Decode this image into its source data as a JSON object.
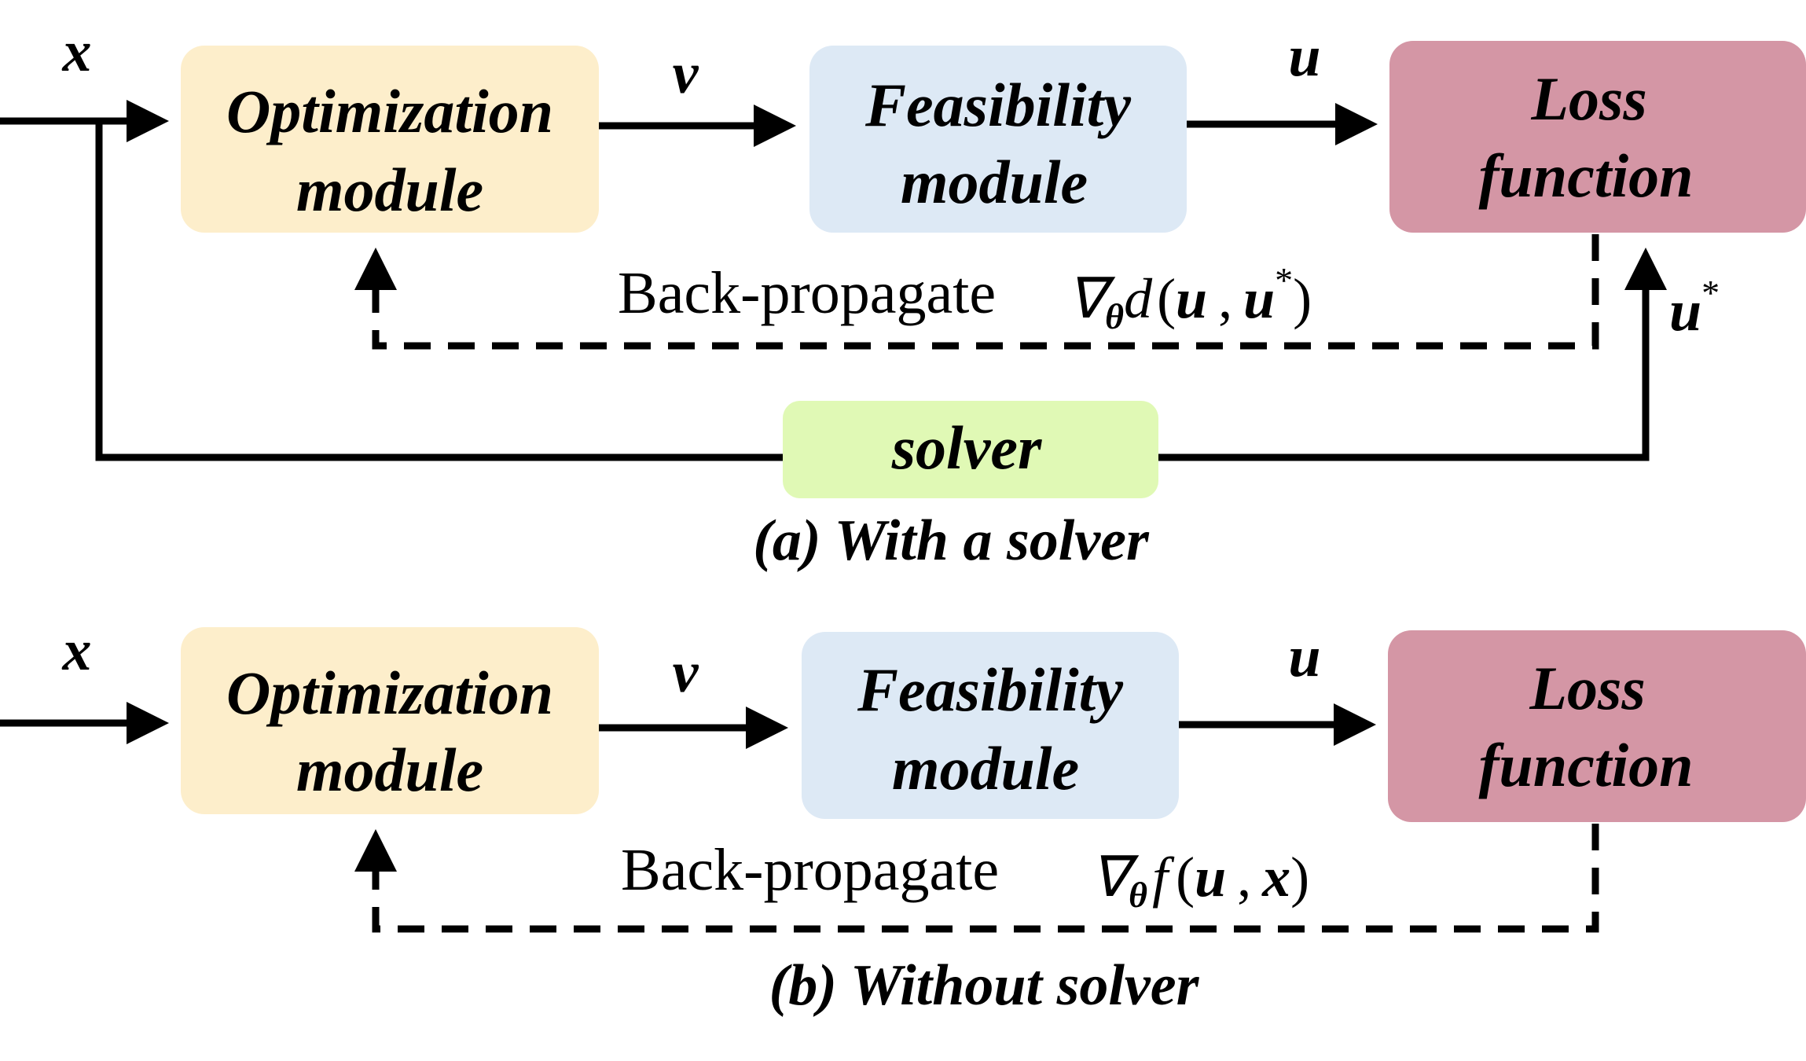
{
  "colors": {
    "optimization": "#fdeecb",
    "feasibility": "#dde9f5",
    "loss": "#d496a5",
    "solver": "#e0f9b5"
  },
  "panel_a": {
    "input_var": "x",
    "optimization": {
      "line1": "Optimization",
      "line2": "module"
    },
    "v_var": "v",
    "feasibility": {
      "line1": "Feasibility",
      "line2": "module"
    },
    "u_var": "u",
    "loss": {
      "line1": "Loss",
      "line2": "function"
    },
    "backprop_label": "Back-propagate",
    "gradient": {
      "nabla": "∇",
      "sub": "θ",
      "fn": "d",
      "open": "(",
      "arg1": "u",
      "comma": ",",
      "arg2": "u",
      "arg2_sup": "*",
      "close": ")"
    },
    "ustar": {
      "base": "u",
      "sup": "*"
    },
    "solver": "solver",
    "caption": "(a) With a solver"
  },
  "panel_b": {
    "input_var": "x",
    "optimization": {
      "line1": "Optimization",
      "line2": "module"
    },
    "v_var": "v",
    "feasibility": {
      "line1": "Feasibility",
      "line2": "module"
    },
    "u_var": "u",
    "loss": {
      "line1": "Loss",
      "line2": "function"
    },
    "backprop_label": "Back-propagate",
    "gradient": {
      "nabla": "∇",
      "sub": "θ",
      "fn": "f",
      "open": "(",
      "arg1": "u",
      "comma": ",",
      "arg2": "x",
      "close": ")"
    },
    "caption": "(b) Without solver"
  }
}
